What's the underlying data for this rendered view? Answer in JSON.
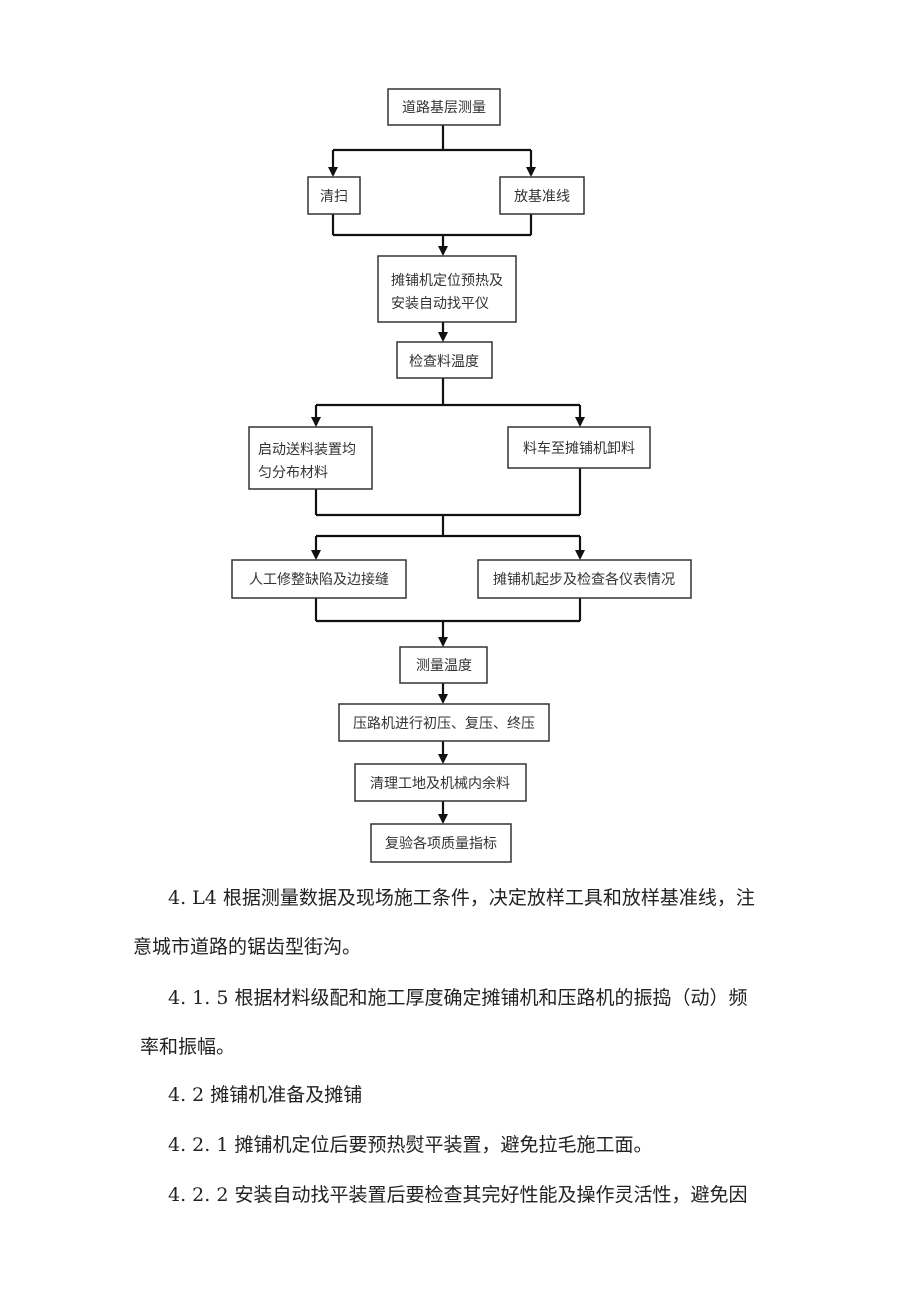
{
  "flowchart": {
    "survey": "道路基层测量",
    "sweep": "清扫",
    "baseline": "放基准线",
    "paver_position_1": "摊铺机定位预热及",
    "paver_position_2": "安装自动找平仪",
    "check_temp": "检查料温度",
    "feed_1": "启动送料装置均",
    "feed_2": "匀分布材料",
    "unload": "料车至摊铺机卸料",
    "repair": "人工修整缺陷及边接缝",
    "start_check": "摊铺机起步及检查各仪表情况",
    "measure_temp": "测量温度",
    "compact": "压路机进行初压、复压、终压",
    "cleanup": "清理工地及机械内余料",
    "verify": "复验各项质量指标"
  },
  "text": {
    "p414_l1": "4. L4 根据测量数据及现场施工条件，决定放样工具和放样基准线，注",
    "p414_l2": "意城市道路的锯齿型街沟。",
    "p415_l1": "4. 1. 5 根据材料级配和施工厚度确定摊铺机和压路机的振捣（动）频",
    "p415_l2": "率和振幅。",
    "h42": "4. 2 摊铺机准备及摊铺",
    "p421": "4. 2. 1 摊铺机定位后要预热熨平装置，避免拉毛施工面。",
    "p422": "4. 2. 2 安装自动找平装置后要检查其完好性能及操作灵活性，避免因"
  }
}
